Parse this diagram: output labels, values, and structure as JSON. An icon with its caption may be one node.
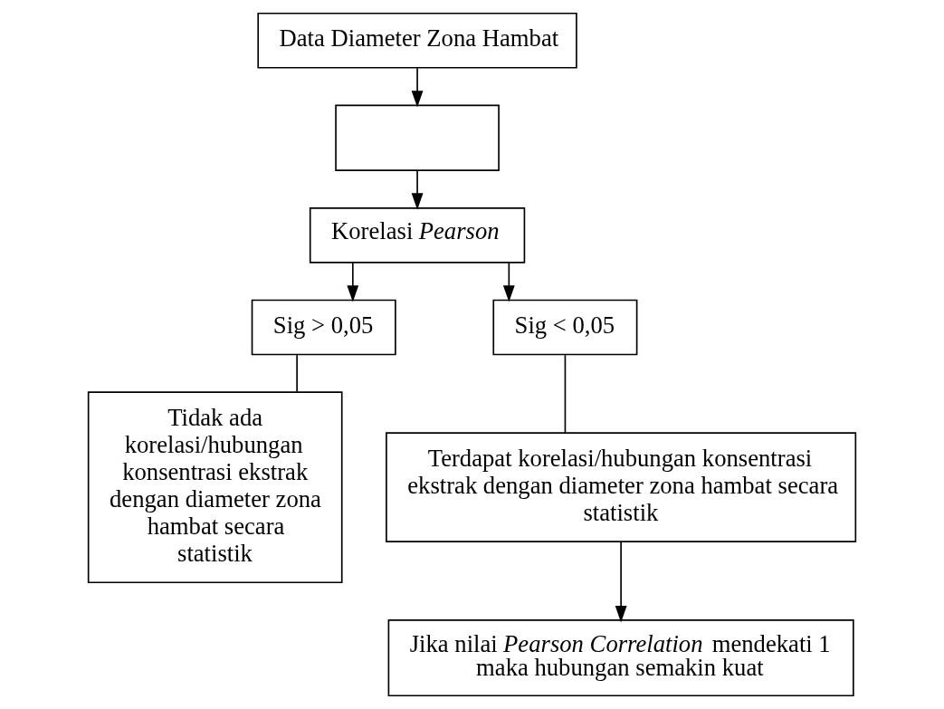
{
  "diagram": {
    "nodes": [
      {
        "text": [
          "Data Diameter Zona Hambat"
        ]
      },
      {
        "text": [],
        "shape": "box"
      },
      {
        "text": [
          "Korelasi *Pearson*"
        ]
      },
      {
        "text": [
          "Sig > 0,05"
        ]
      },
      {
        "text": [
          "Sig < 0,05"
        ]
      },
      {
        "text": [
          "Tidak ada korelasi/hubungan konsentrasi ekstrak dengan diameter zona hambat secara statistik"
        ]
      },
      {
        "text": [
          "Terdapat korelasi/hubungan konsentrasi ekstrak dengan diameter zona hambat secara statistik"
        ]
      },
      {
        "text": [
          "Jika nilai *Pearson Correlation* mendekati 1 maka hubungan semakin kuat"
        ]
      }
    ],
    "edges": [
      {
        "from": 0,
        "to": 1,
        "arrow": "to"
      },
      {
        "from": 1,
        "to": 2,
        "arrow": "to"
      },
      {
        "from": 2,
        "to": 3,
        "arrow": "to"
      },
      {
        "from": 2,
        "to": 4,
        "arrow": "to"
      },
      {
        "from": 3,
        "to": 5,
        "arrow": "none"
      },
      {
        "from": 4,
        "to": 6,
        "arrow": "none"
      },
      {
        "from": 6,
        "to": 7,
        "arrow": "to"
      }
    ]
  }
}
